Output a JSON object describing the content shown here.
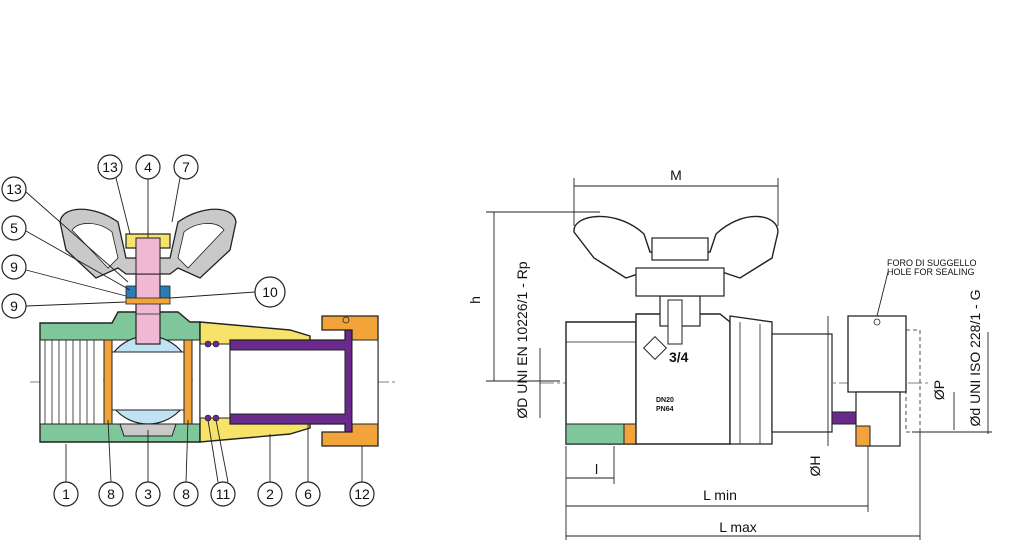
{
  "left_view": {
    "callouts": [
      "13",
      "4",
      "7",
      "13",
      "5",
      "9",
      "9",
      "10",
      "1",
      "8",
      "3",
      "8",
      "11",
      "2",
      "6",
      "12"
    ]
  },
  "right_view": {
    "dims": {
      "M": "M",
      "h": "h",
      "l": "l",
      "Lmin": "L min",
      "Lmax": "L max",
      "OH": "ØH",
      "OP": "ØP",
      "OD": "ØD UNI EN 10226/1 - Rp",
      "Od": "Ød UNI ISO 228/1 - G"
    },
    "seal_note": [
      "FORO DI SUGGELLO",
      "HOLE FOR SEALING"
    ],
    "body_marks": {
      "size": "3/4",
      "dn": "DN20",
      "pn": "PN64"
    }
  },
  "colors": {
    "green": "#7fc79a",
    "orange": "#f2a43a",
    "yellow": "#f7e26a",
    "purple": "#6a2a8c",
    "pink": "#f0b8d2",
    "lightblue": "#bfe3f3",
    "grey": "#c9c9c9",
    "outline": "#222222"
  }
}
